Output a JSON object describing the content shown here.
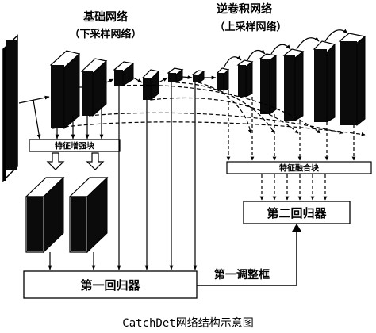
{
  "labels": {
    "backbone_title": "基础网络",
    "backbone_sub": "（下采样网络）",
    "deconv_title": "逆卷积网络",
    "deconv_sub": "（上采样网络）",
    "feat_enhance": "特征增强块",
    "feat_fusion": "特征融合块",
    "second_regressor": "第二回归器",
    "first_regressor": "第一回归器",
    "first_adjust": "第一调整框"
  },
  "caption": "CatchDet网络结构示意图",
  "colors": {
    "block_front": "#0b0b0b",
    "block_side": "#ffffff",
    "stroke": "#000000",
    "background": "#ffffff"
  }
}
